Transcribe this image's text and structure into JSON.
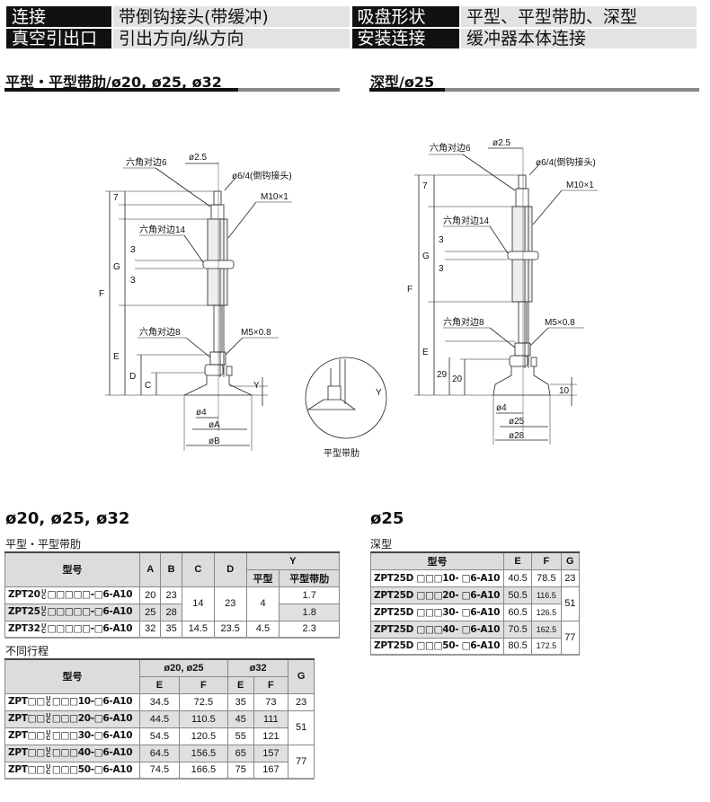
{
  "header": {
    "rows": [
      [
        {
          "k": "连接",
          "v": "带倒钩接头(带缓冲)"
        },
        {
          "k": "吸盘形状",
          "v": "平型、平型带肋、深型"
        }
      ],
      [
        {
          "k": "真空引出口",
          "v": "引出方向/纵方向"
        },
        {
          "k": "安装连接",
          "v": "缓冲器本体连接"
        }
      ]
    ]
  },
  "sections": {
    "left_title": "平型・平型带肋/ø20, ø25, ø32",
    "right_title": "深型/ø25"
  },
  "drawing_left": {
    "hex6": "六角对边6",
    "d25": "ø2.5",
    "barb": "ø6/4(倒钩接头)",
    "m10": "M10×1",
    "hex14": "六角对边14",
    "hex8": "六角对边8",
    "m5": "M5×0.8",
    "dim7": "7",
    "dim3a": "3",
    "dim3b": "3",
    "G": "G",
    "F": "F",
    "E": "E",
    "D": "D",
    "C": "C",
    "Y": "Y",
    "d4": "ø4",
    "dA": "øA",
    "dB": "øB",
    "detail_caption": "平型带肋"
  },
  "drawing_right": {
    "hex6": "六角对边6",
    "d25": "ø2.5",
    "barb": "ø6/4(倒钩接头)",
    "m10": "M10×1",
    "hex14": "六角对边14",
    "hex8": "六角对边8",
    "m5": "M5×0.8",
    "dim7": "7",
    "dim3a": "3",
    "dim3b": "3",
    "G": "G",
    "F": "F",
    "E": "E",
    "d29": "29",
    "d20": "20",
    "d10": "10",
    "d4": "ø4",
    "d25b": "ø25",
    "d28": "ø28"
  },
  "left_tables": {
    "title": "ø20, ø25, ø32",
    "t1_title": "平型・平型带肋",
    "t1_head": {
      "model": "型号",
      "A": "A",
      "B": "B",
      "C": "C",
      "D": "D",
      "Y": "Y",
      "Y1": "平型",
      "Y2": "平型带肋"
    },
    "t1_rows": [
      {
        "model": [
          "ZPT20",
          "UC",
          "□□□□□",
          "-□6-A10"
        ],
        "A": "20",
        "B": "23",
        "C": "14",
        "D": "23",
        "Y1": "4",
        "Y2": "1.7"
      },
      {
        "model": [
          "ZPT25",
          "UC",
          "□□□□□",
          "-□6-A10"
        ],
        "A": "25",
        "B": "28",
        "Y2": "1.8"
      },
      {
        "model": [
          "ZPT32",
          "UC",
          "□□□□□",
          "-□6-A10"
        ],
        "A": "32",
        "B": "35",
        "C": "14.5",
        "D": "23.5",
        "Y1": "4.5",
        "Y2": "2.3"
      }
    ],
    "t2_title": "不同行程",
    "t2_head": {
      "model": "型号",
      "g1": "ø20, ø25",
      "g2": "ø32",
      "E": "E",
      "F": "F",
      "G": "G"
    },
    "t2_rows": [
      {
        "model": [
          "ZPT□□",
          "UC",
          "□□□",
          "10-□6-A10"
        ],
        "E1": "34.5",
        "F1": "72.5",
        "E2": "35",
        "F2": "73",
        "G": "23"
      },
      {
        "model": [
          "ZPT□□",
          "UC",
          "□□□",
          "20-□6-A10"
        ],
        "E1": "44.5",
        "F1": "110.5",
        "E2": "45",
        "F2": "111",
        "G": "51"
      },
      {
        "model": [
          "ZPT□□",
          "UC",
          "□□□",
          "30-□6-A10"
        ],
        "E1": "54.5",
        "F1": "120.5",
        "E2": "55",
        "F2": "121"
      },
      {
        "model": [
          "ZPT□□",
          "UC",
          "□□□",
          "40-□6-A10"
        ],
        "E1": "64.5",
        "F1": "156.5",
        "E2": "65",
        "F2": "157",
        "G": "77"
      },
      {
        "model": [
          "ZPT□□",
          "UC",
          "□□□",
          "50-□6-A10"
        ],
        "E1": "74.5",
        "F1": "166.5",
        "E2": "75",
        "F2": "167"
      }
    ]
  },
  "right_tables": {
    "title": "ø25",
    "t_title": "深型",
    "head": {
      "model": "型号",
      "E": "E",
      "F": "F",
      "G": "G"
    },
    "rows": [
      {
        "model": [
          "ZPT25D □□□10- □6-A10"
        ],
        "E": "40.5",
        "F": "78.5",
        "G": "23"
      },
      {
        "model": [
          "ZPT25D □□□20- □6-A10"
        ],
        "E": "50.5",
        "F": "116.5",
        "G": "51"
      },
      {
        "model": [
          "ZPT25D □□□30- □6-A10"
        ],
        "E": "60.5",
        "F": "126.5"
      },
      {
        "model": [
          "ZPT25D □□□40- □6-A10"
        ],
        "E": "70.5",
        "F": "162.5",
        "G": "77"
      },
      {
        "model": [
          "ZPT25D □□□50- □6-A10"
        ],
        "E": "80.5",
        "F": "172.5"
      }
    ]
  }
}
